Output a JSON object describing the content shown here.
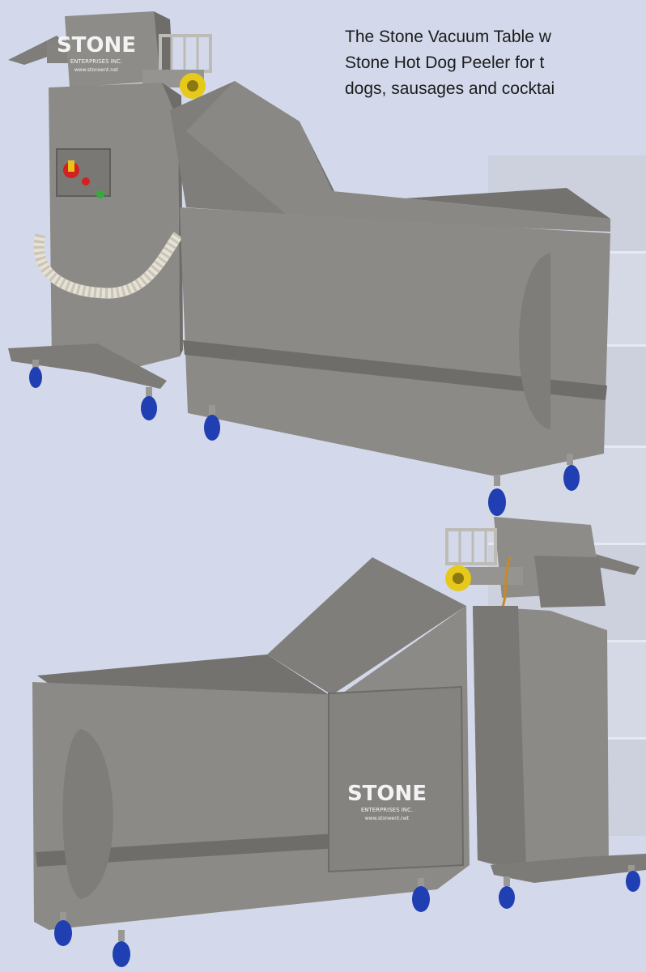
{
  "intro": {
    "line1": "The Stone Vacuum Table w",
    "line2": "Stone Hot Dog Peeler for t",
    "line3": "dogs, sausages and cocktai"
  },
  "logo_top": {
    "brand": "STONE",
    "company": "ENTERPRISES INC.",
    "website": "www.stoneent.net"
  },
  "logo_bottom": {
    "brand": "STONE",
    "company": "ENTERPRISES INC.",
    "website": "www.stoneent.net"
  },
  "colors": {
    "background": "#d3d9ea",
    "steel": "#8c8a86",
    "steel_dark": "#6f6d69",
    "steel_light": "#a4a29d",
    "caster_blue": "#1f3fb2",
    "fitting_yellow": "#e6c91a",
    "stop_red": "#d42020",
    "start_green": "#2fae3a"
  }
}
